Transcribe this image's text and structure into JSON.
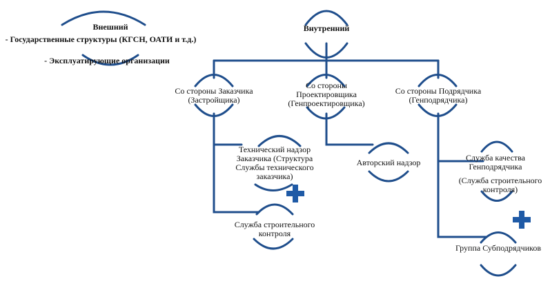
{
  "colors": {
    "line": "#1f4e8c",
    "plus": "#1f5aa6",
    "text": "#111111"
  },
  "external": {
    "title": "Внешний",
    "item1": "- Государственные структуры (КГСН, ОАТИ и т.д.)",
    "item2": "- Эксплуатирующие организации"
  },
  "internal": {
    "title": "Внутренний"
  },
  "customer": {
    "title": "Со стороны Заказчика (Застройщика)",
    "tech_supervision": "Технический надзор Заказчика (Структура Службы технического заказчика)",
    "construction_control": "Служба строительного контроля"
  },
  "designer": {
    "title": "Со стороны Проектировщика (Генпроектировщика)",
    "author_supervision": "Авторский надзор"
  },
  "contractor": {
    "title": "Со стороны Подрядчика (Генподрядчика)",
    "quality_service_1": "Служба качества Генподрядчика",
    "quality_service_2": "(Служба строительного контроля)",
    "subcontractors": "Группа Субподрядчиков"
  },
  "icons": [
    "plus-icon",
    "plus-icon"
  ]
}
